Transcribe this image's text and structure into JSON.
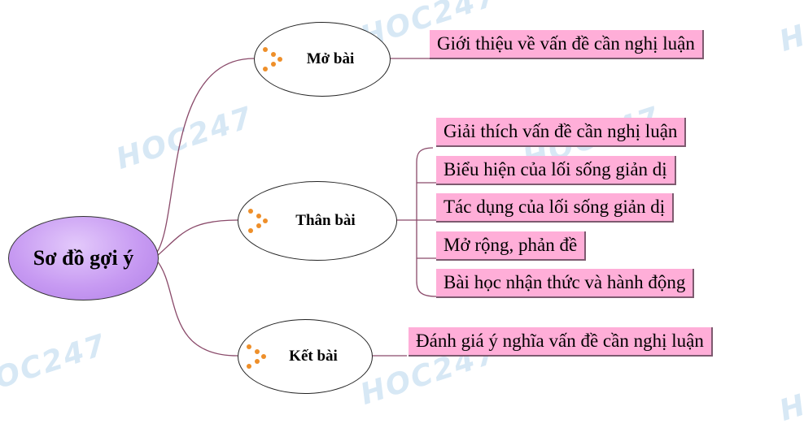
{
  "root": {
    "label": "Sơ đồ gợi ý"
  },
  "branches": [
    {
      "label": "Mở bài",
      "leaves": [
        "Giới thiệu về vấn đề cần nghị luận"
      ]
    },
    {
      "label": "Thân bài",
      "leaves": [
        "Giải thích vấn đề cần nghị luận",
        "Biểu hiện của lối sống giản dị",
        "Tác dụng của lối sống giản dị",
        "Mở rộng, phản đề",
        "Bài học nhận thức và hành động"
      ]
    },
    {
      "label": "Kết bài",
      "leaves": [
        "Đánh giá ý nghĩa vấn đề cần nghị luận"
      ]
    }
  ],
  "watermark": "HOC247",
  "colors": {
    "root_fill": "#c79af2",
    "leaf_fill": "#ffaed8",
    "connector": "#8a4a6a",
    "dots": "#ee8f2a"
  }
}
